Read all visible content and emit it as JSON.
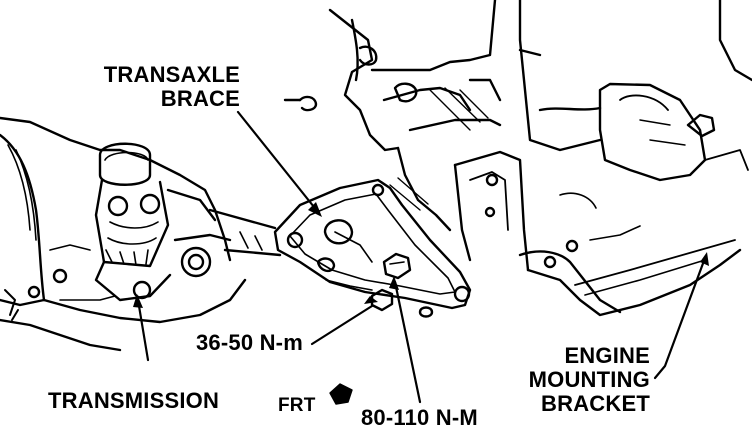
{
  "labels": {
    "transaxle_brace": [
      "TRANSAXLE",
      "BRACE"
    ],
    "torque_small": "36-50 N-m",
    "torque_large": "80-110 N-M",
    "transmission": "TRANSMISSION",
    "engine_mounting_bracket": [
      "ENGINE",
      "MOUNTING",
      "BRACKET"
    ],
    "front_indicator": "FRT"
  },
  "colors": {
    "ink": "#000000",
    "paper": "#ffffff"
  }
}
